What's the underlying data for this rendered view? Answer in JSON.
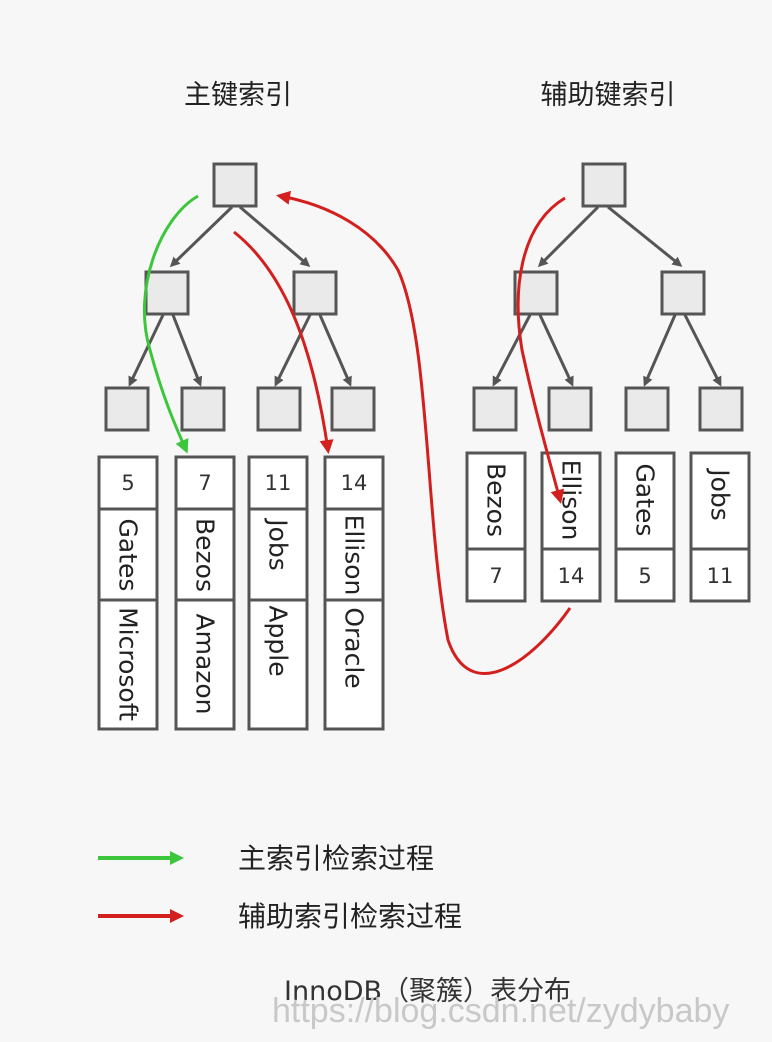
{
  "titles": {
    "primary": "主键索引",
    "secondary": "辅助键索引"
  },
  "primary_leaves": [
    {
      "id": "5",
      "name": "Gates",
      "company": "Microsoft"
    },
    {
      "id": "7",
      "name": "Bezos",
      "company": "Amazon"
    },
    {
      "id": "11",
      "name": "Jobs",
      "company": "Apple"
    },
    {
      "id": "14",
      "name": "Ellison",
      "company": "Oracle"
    }
  ],
  "secondary_leaves": [
    {
      "name": "Bezos",
      "id": "7"
    },
    {
      "name": "Ellison",
      "id": "14"
    },
    {
      "name": "Gates",
      "id": "5"
    },
    {
      "name": "Jobs",
      "id": "11"
    }
  ],
  "legend": {
    "primary_label": "主索引检索过程",
    "secondary_label": "辅助索引检索过程"
  },
  "caption": "InnoDB（聚簇）表分布",
  "watermark": "https://blog.csdn.net/zydybaby",
  "colors": {
    "primary_path": "#3cc63c",
    "secondary_path": "#d41f1f",
    "edge": "#555555"
  }
}
